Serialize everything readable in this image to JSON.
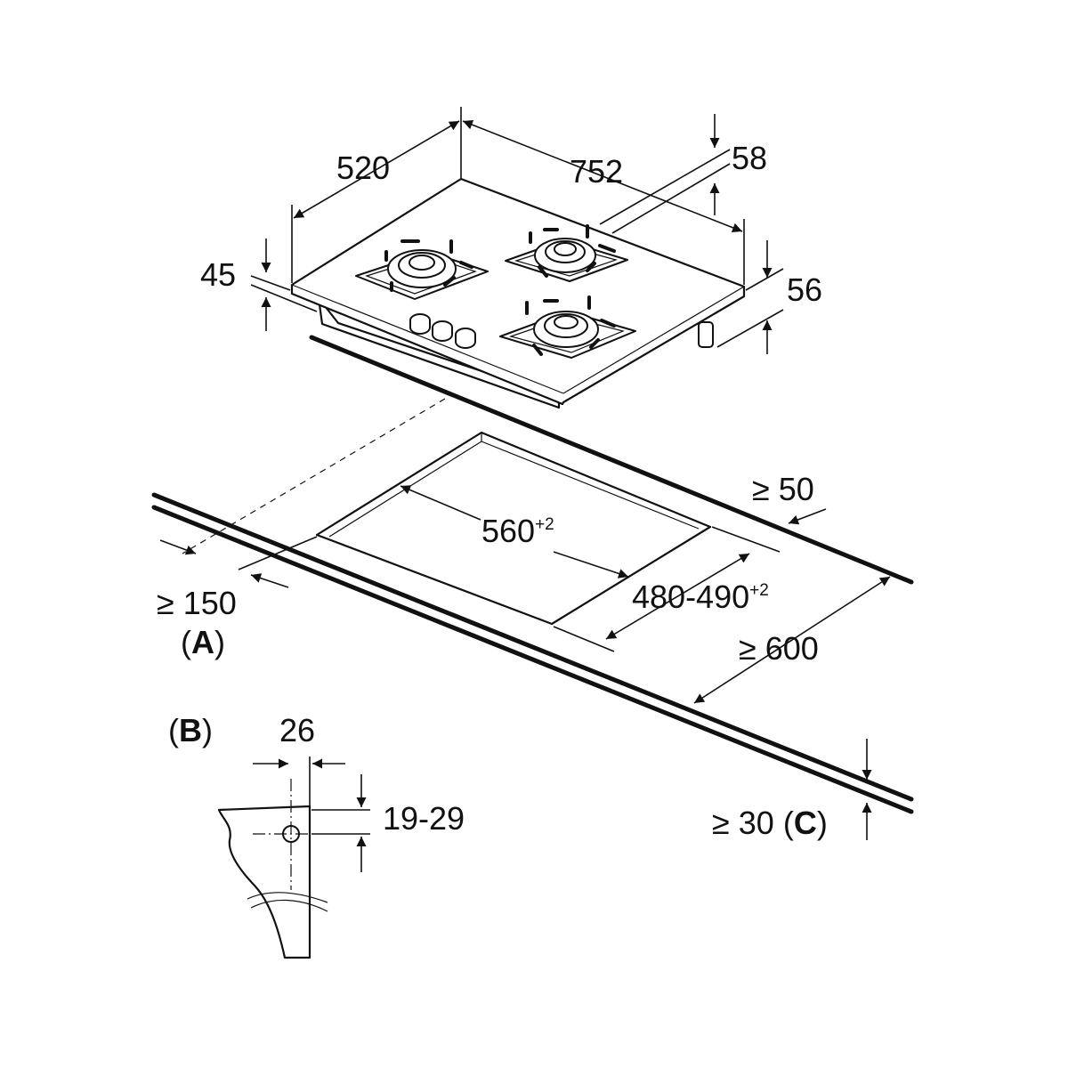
{
  "hob": {
    "depth": "520",
    "width": "752",
    "height": "45",
    "rear_offset": "58",
    "right_offset": "56"
  },
  "cutout": {
    "width_value": "560",
    "width_tol": "+2",
    "depth_value": "480-490",
    "depth_tol": "+2",
    "rear_distance": "≥ 50",
    "front_distance": "≥ 600",
    "side_distance": "≥ 150"
  },
  "callouts": {
    "a": "A",
    "b": "B",
    "c": "C"
  },
  "worktop": {
    "thickness": "≥ 30"
  },
  "detail_b": {
    "width": "26",
    "height": "19-29"
  }
}
